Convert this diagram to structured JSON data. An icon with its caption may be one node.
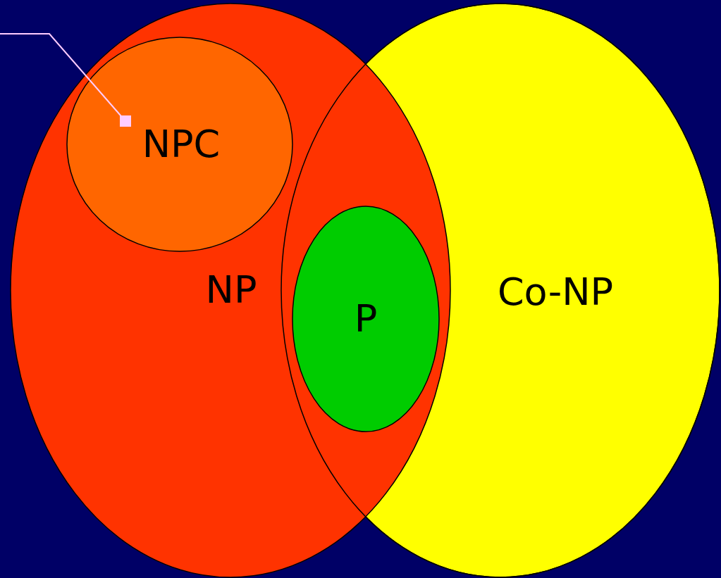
{
  "diagram": {
    "nodes": [
      {
        "text": [
          "NP"
        ]
      },
      {
        "text": [
          "NPC"
        ],
        "in": 0
      },
      {
        "text": [
          "P"
        ]
      },
      {
        "text": [
          "Co-NP"
        ]
      }
    ],
    "edges": [
      {
        "from": null,
        "to": 1,
        "arrow": "other"
      }
    ]
  }
}
